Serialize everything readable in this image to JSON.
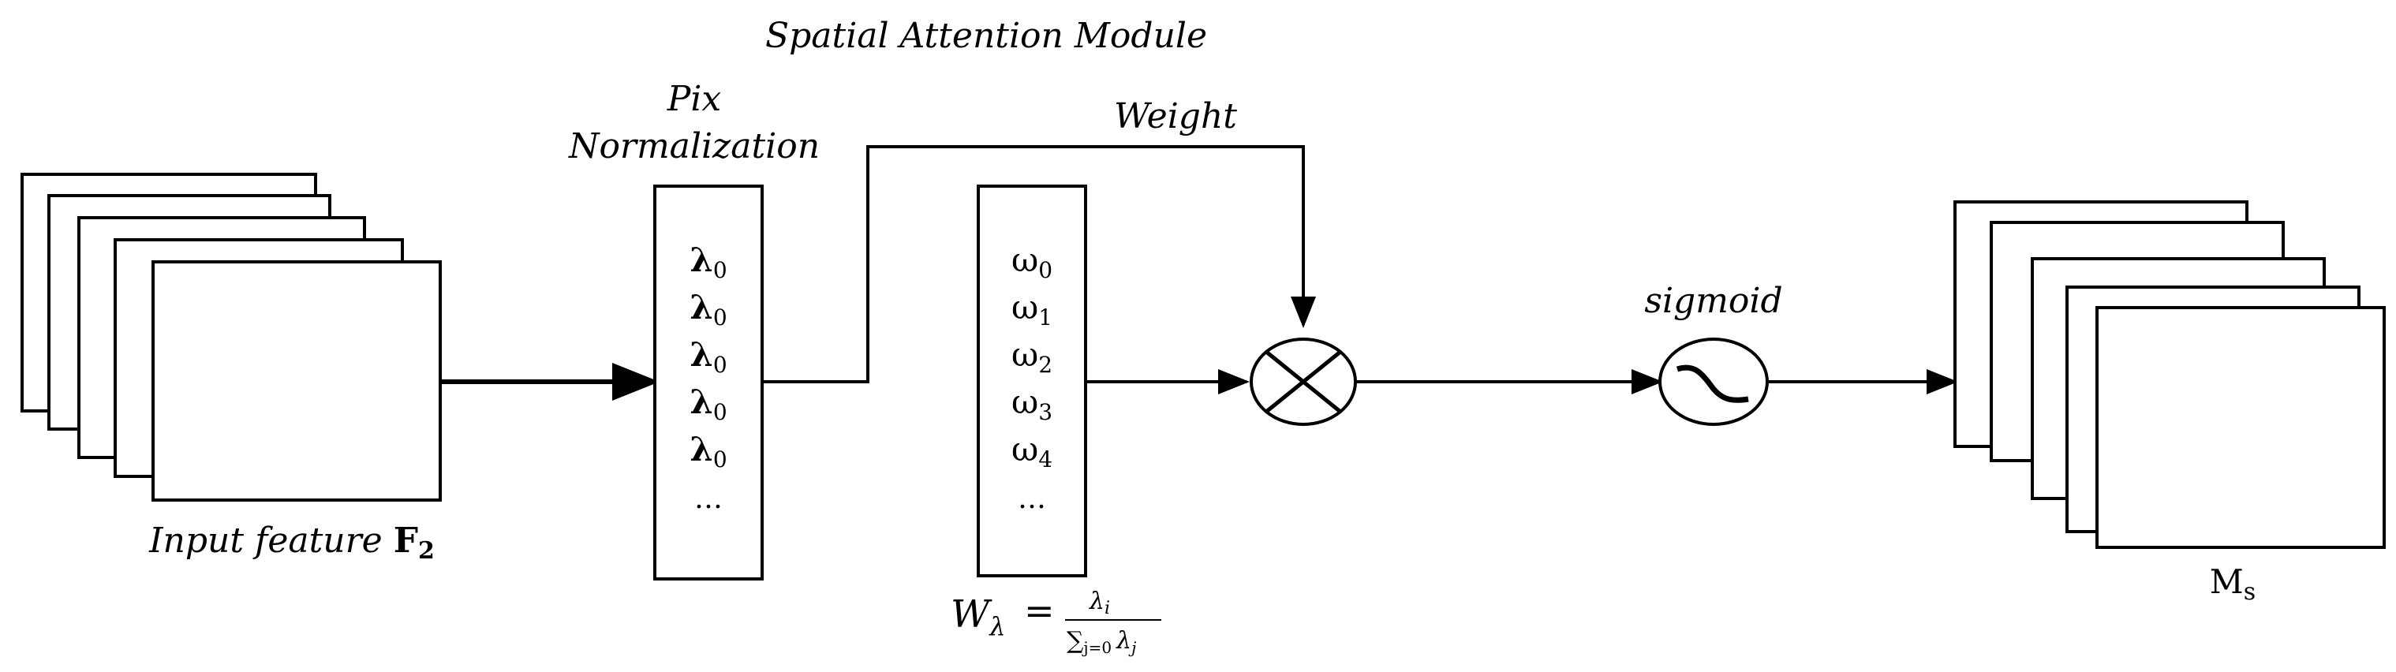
{
  "title": "Spatial Attention Module",
  "labels": {
    "pix": "Pix",
    "normalization": "Normalization",
    "weight": "Weight",
    "sigmoid": "sigmoid",
    "input_italic": "Input feature ",
    "input_bold": "F",
    "input_sub": "2",
    "output_main": "M",
    "output_sub": "s"
  },
  "norm_column": {
    "symbol": "λ",
    "subscripts": [
      "0",
      "0",
      "0",
      "0",
      "0"
    ],
    "ellipsis": "…"
  },
  "weight_column": {
    "symbol": "ω",
    "subscripts": [
      "0",
      "1",
      "2",
      "3",
      "4"
    ],
    "ellipsis": "…"
  },
  "formula": {
    "lhs": "W",
    "lhs_sub": "λ",
    "equals": "=",
    "num": "λ",
    "num_sub": "i",
    "den_sum": "∑",
    "den_sum_sub": "j=0",
    "den_var": "λ",
    "den_var_sub": "j"
  },
  "stroke_color": "#000000"
}
